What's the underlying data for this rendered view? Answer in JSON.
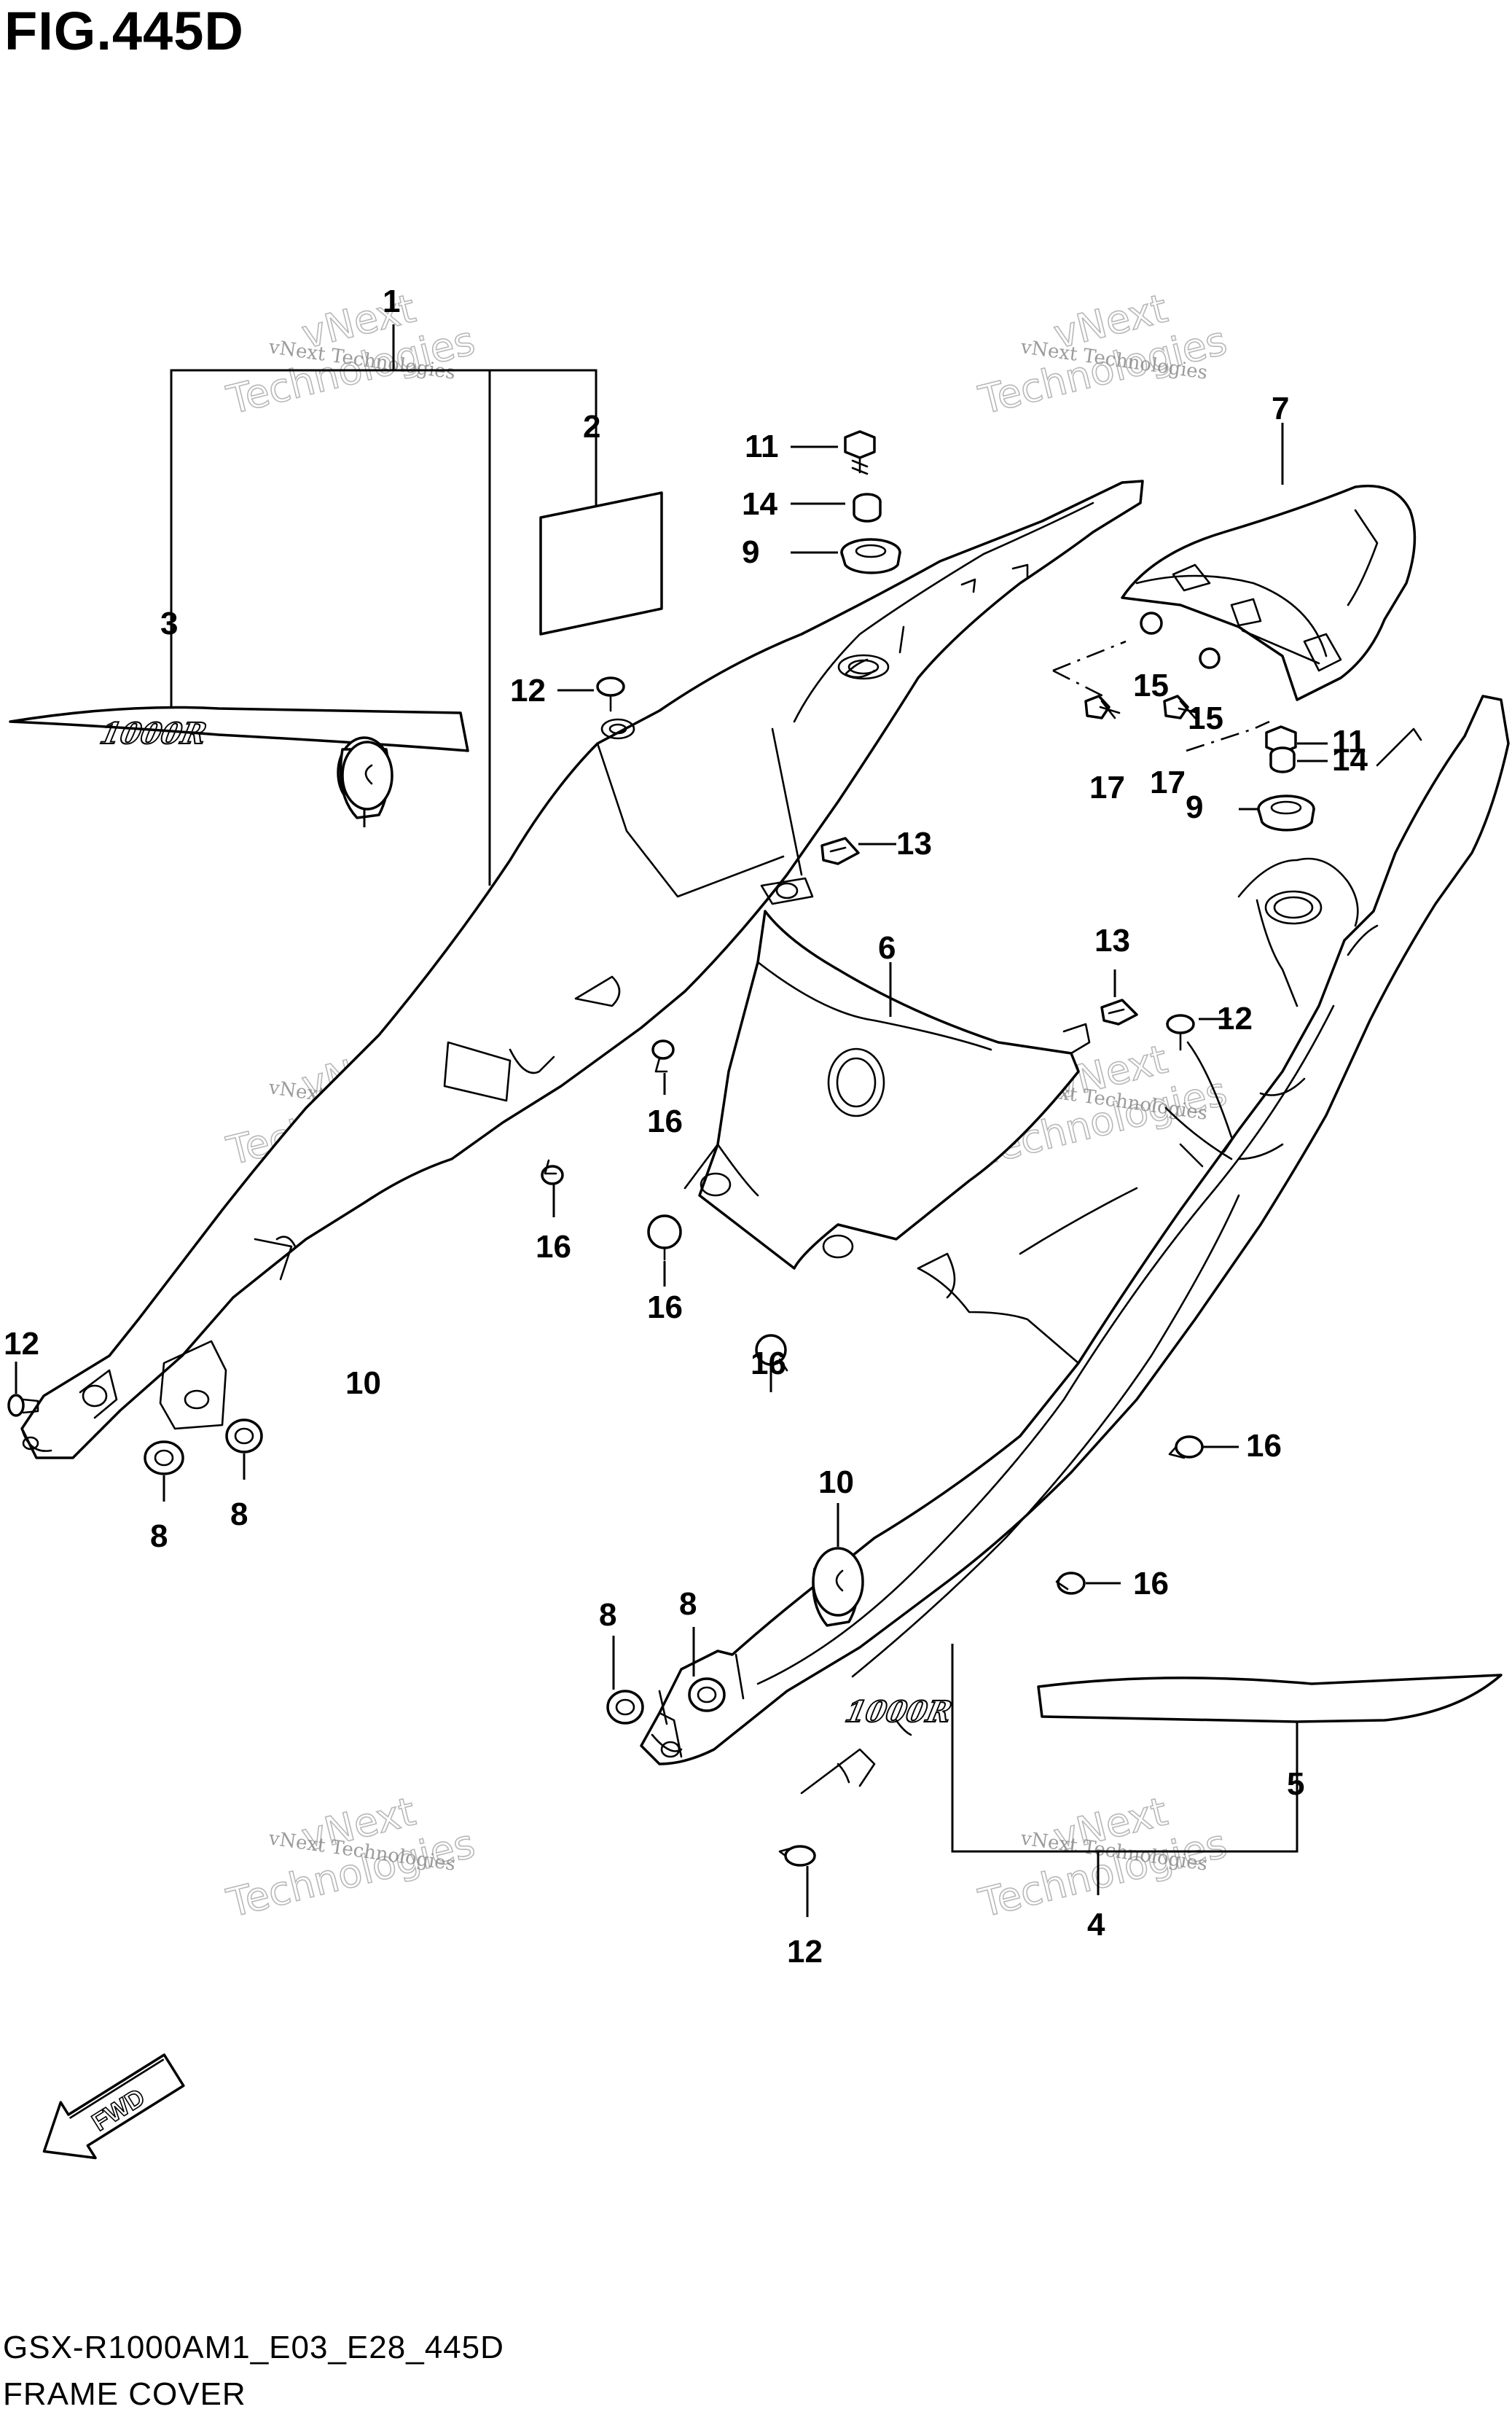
{
  "figure": {
    "title": "FIG.445D",
    "model_code": "GSX-R1000AM1_E03_E28_445D",
    "section_name": "FRAME COVER"
  },
  "watermark": {
    "line1": "vNext Technologies",
    "line2": "vNext",
    "line3": "Technologies"
  },
  "callouts": {
    "c1": "1",
    "c2": "2",
    "c3": "3",
    "c4": "4",
    "c5": "5",
    "c6": "6",
    "c7": "7",
    "c8a": "8",
    "c8b": "8",
    "c8c": "8",
    "c8d": "8",
    "c9a": "9",
    "c9b": "9",
    "c10a": "10",
    "c10b": "10",
    "c11a": "11",
    "c11b": "11",
    "c12a": "12",
    "c12b": "12",
    "c12c": "12",
    "c12d": "12",
    "c13a": "13",
    "c13b": "13",
    "c14a": "14",
    "c14b": "14",
    "c15a": "15",
    "c15b": "15",
    "c16a": "16",
    "c16b": "16",
    "c16c": "16",
    "c16d": "16",
    "c16e": "16",
    "c16f": "16",
    "c17a": "17",
    "c17b": "17"
  },
  "decal_text": "1000R",
  "fwd_label": "FWD"
}
